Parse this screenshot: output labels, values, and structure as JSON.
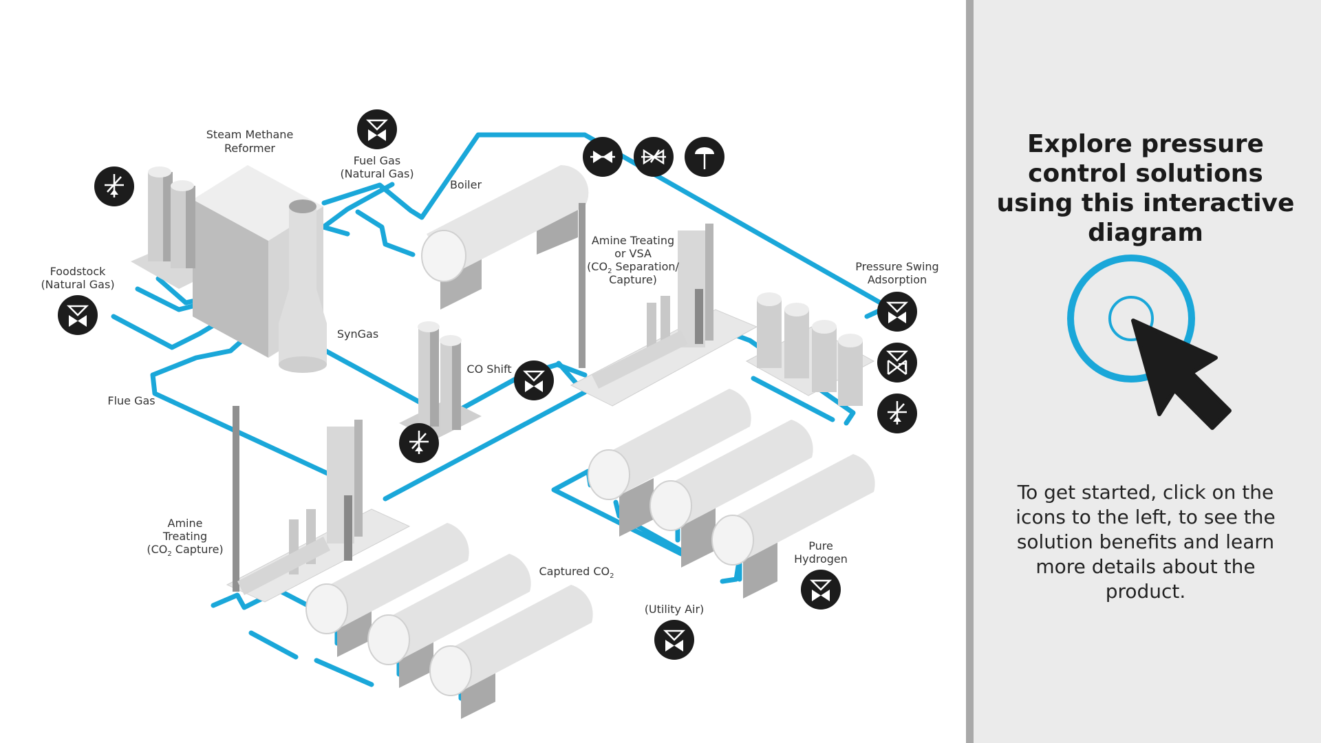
{
  "diagram": {
    "labels": {
      "steam_methane_reformer_1": "Steam Methane",
      "steam_methane_reformer_2": "Reformer",
      "fuel_gas_1": "Fuel Gas",
      "fuel_gas_2": "(Natural Gas)",
      "boiler": "Boiler",
      "foodstock_1": "Foodstock",
      "foodstock_2": "(Natural Gas)",
      "syngas": "SynGas",
      "amine_vsa_1": "Amine Treating",
      "amine_vsa_2": "or VSA",
      "amine_vsa_3": "(CO",
      "amine_vsa_3_sub": "2",
      "amine_vsa_3_end": " Separation/",
      "amine_vsa_4": "Capture)",
      "psa_1": "Pressure Swing",
      "psa_2": "Adsorption",
      "co_shift": "CO Shift",
      "flue_gas": "Flue Gas",
      "amine_capture_1": "Amine",
      "amine_capture_2": "Treating",
      "amine_capture_3": "(CO",
      "amine_capture_3_sub": "2",
      "amine_capture_3_end": " Capture)",
      "captured_co2": "Captured CO",
      "captured_co2_sub": "2",
      "pure_hydrogen_1": "Pure",
      "pure_hydrogen_2": "Hydrogen",
      "utility_air": "(Utility Air)"
    },
    "icons": [
      {
        "name": "regulator-valve-icon",
        "location": "fuel-gas"
      },
      {
        "name": "needle-valve-icon",
        "location": "boiler-top"
      },
      {
        "name": "check-valve-icon",
        "location": "boiler-top"
      },
      {
        "name": "gauge-icon",
        "location": "boiler-top"
      },
      {
        "name": "relief-valve-icon",
        "location": "reformer"
      },
      {
        "name": "regulator-valve-icon",
        "location": "foodstock"
      },
      {
        "name": "regulator-valve-icon",
        "location": "co-shift"
      },
      {
        "name": "relief-valve-icon",
        "location": "co-shift-base"
      },
      {
        "name": "regulator-valve-icon",
        "location": "pressure-swing-adsorption"
      },
      {
        "name": "back-pressure-regulator-icon",
        "location": "pressure-swing-adsorption"
      },
      {
        "name": "relief-valve-icon",
        "location": "pressure-swing-adsorption"
      },
      {
        "name": "regulator-valve-icon",
        "location": "pure-hydrogen"
      },
      {
        "name": "regulator-valve-icon",
        "location": "utility-air"
      }
    ],
    "colors": {
      "pipe": "#1aa7d9",
      "equipment_light": "#e4e4e4",
      "equipment_mid": "#c9c9c9",
      "equipment_dark": "#9d9d9d",
      "icon_bg": "#1c1c1c",
      "pointer_ring": "#1aa7d9"
    }
  },
  "panel": {
    "heading": "Explore pressure control solutions using this interactive diagram",
    "body": "To get started, click on the icons to the left, to see the solution benefits and learn more details about the product."
  }
}
